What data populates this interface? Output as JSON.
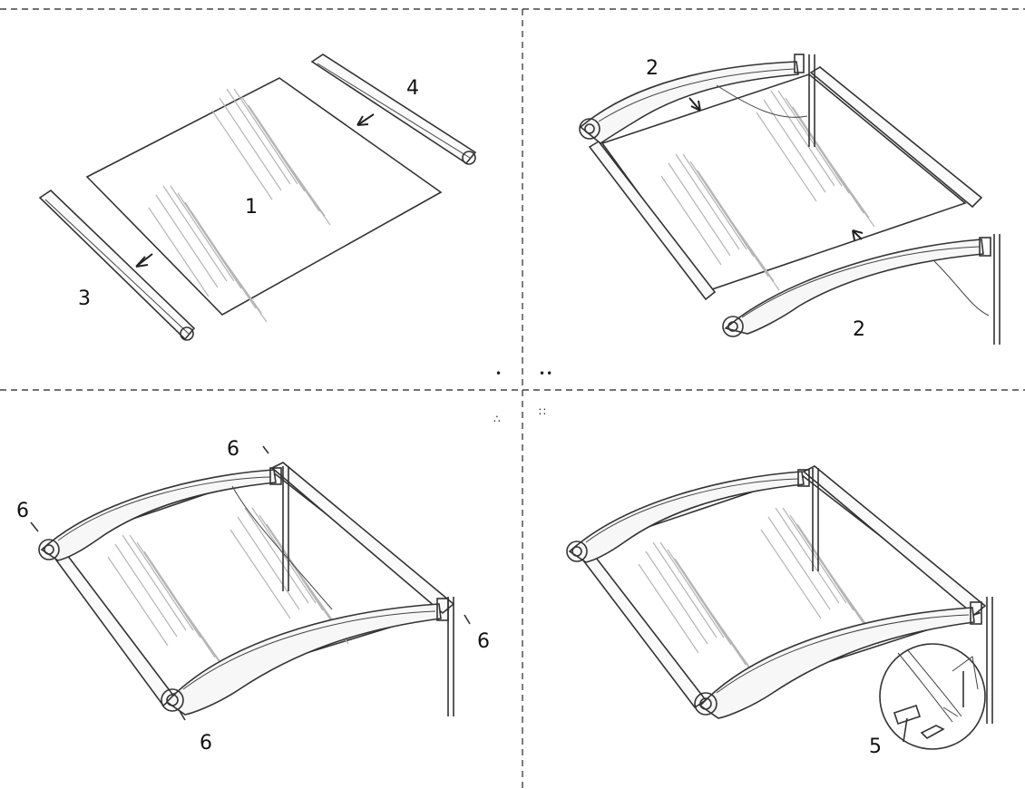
{
  "panel_1": {
    "label_sheet": "1",
    "label_rail_left": "3",
    "label_rail_right": "4",
    "marker": "•"
  },
  "panel_2": {
    "label_arm_top": "2",
    "label_arm_bottom": "2",
    "marker": "••"
  },
  "panel_3": {
    "label_screw_top": "6",
    "label_screw_left": "6",
    "label_screw_right": "6",
    "label_screw_bottom": "6",
    "marker": "∴"
  },
  "panel_4": {
    "label_tool": "5",
    "marker": "∷"
  }
}
